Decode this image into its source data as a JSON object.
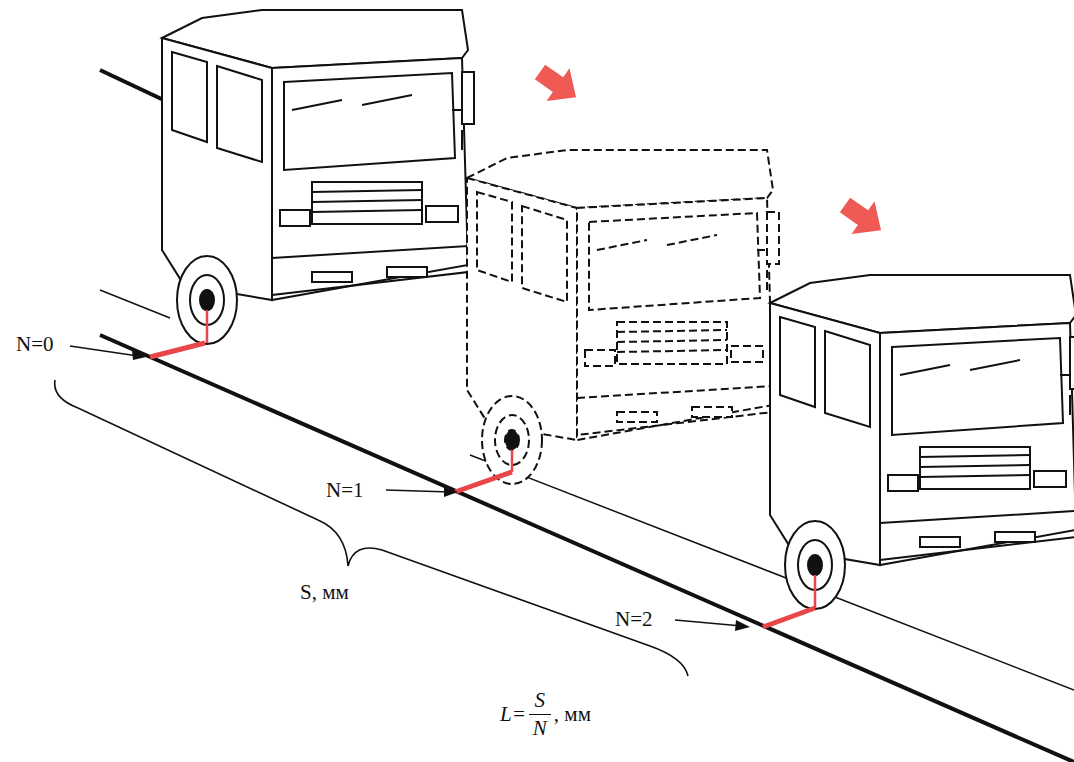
{
  "diagram": {
    "labels": [
      "N=0",
      "N=1",
      "S, мм",
      "N=2",
      "L=",
      "S",
      "N",
      ", мм"
    ]
  }
}
